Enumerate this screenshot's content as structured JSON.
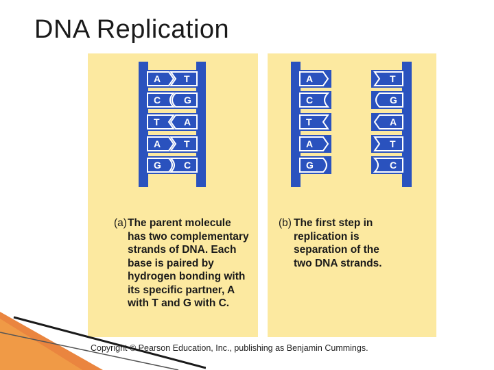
{
  "title": "DNA Replication",
  "panel_a": {
    "tag": "(a)",
    "caption_lines": [
      "The parent molecule",
      "has two complementary",
      "strands of DNA. Each",
      "base is paired by",
      "hydrogen bonding with",
      "its specific partner, A",
      "with T and G with C."
    ],
    "left_bases": [
      "A",
      "C",
      "T",
      "A",
      "G"
    ],
    "right_bases": [
      "T",
      "G",
      "A",
      "T",
      "C"
    ]
  },
  "panel_b": {
    "tag": "(b)",
    "caption_lines": [
      "The first step in",
      "replication is",
      "separation of the",
      "two DNA strands."
    ],
    "left_bases": [
      "A",
      "C",
      "T",
      "A",
      "G"
    ],
    "right_bases": [
      "T",
      "G",
      "A",
      "T",
      "C"
    ]
  },
  "copyright": "Copyright © Pearson Education, Inc., publishing as Benjamin Cummings.",
  "colors": {
    "panel_bg": "#fce9a0",
    "strand_blue": "#2a52be",
    "base_white": "#ffffff"
  }
}
